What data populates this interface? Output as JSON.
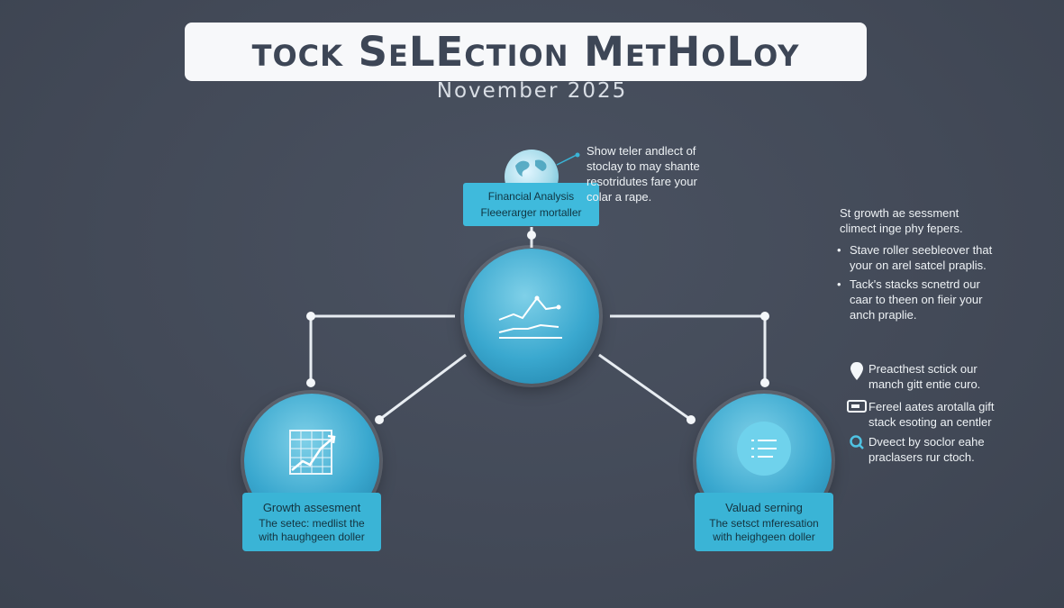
{
  "header": {
    "title": "tock SeLEction MetHoLoy",
    "subtitle": "November 2025"
  },
  "center_node": {
    "icon": "line-chart-icon"
  },
  "financial_analysis": {
    "title": "Financial Analysis",
    "subtitle": "Fleeerarger mortaller",
    "icon": "globe-icon"
  },
  "top_note": {
    "lines": [
      "Show teler andlect of",
      "stoclay to may shante",
      "resotridutes fare your",
      "colar a rape."
    ]
  },
  "growth_node": {
    "title": "Growth assesment",
    "line1": "The setec: medlist the",
    "line2": "with haughgeen doller",
    "icon": "spreadsheet-growth-icon"
  },
  "value_node": {
    "title": "Valuad serning",
    "line1": "The setsct mferesation",
    "line2": "with heighgeen doller",
    "icon": "list-icon"
  },
  "right_panel": {
    "heading1": "St growth ae sessment",
    "heading2": "climect inge phy fepers.",
    "bullets": [
      {
        "l1": "Stave roller seebleover that",
        "l2": "your on arel satcel praplis."
      },
      {
        "l1": "Tack's stacks scnetrd our",
        "l2": "caar to theen on fieir your",
        "l3": "anch praplie."
      }
    ],
    "items": [
      {
        "icon": "location-pin-icon",
        "l1": "Preacthest sctick our",
        "l2": "manch gitt entie curo."
      },
      {
        "icon": "card-icon",
        "l1": "Fereel aates arotalla gift",
        "l2": "stack esoting an centler"
      },
      {
        "icon": "search-icon",
        "l1": "Dveect by soclor eahe",
        "l2": "praclasers rur ctoch."
      }
    ]
  },
  "colors": {
    "background": "#434a58",
    "accent": "#3ab4d6",
    "title_text": "#3d4656"
  }
}
